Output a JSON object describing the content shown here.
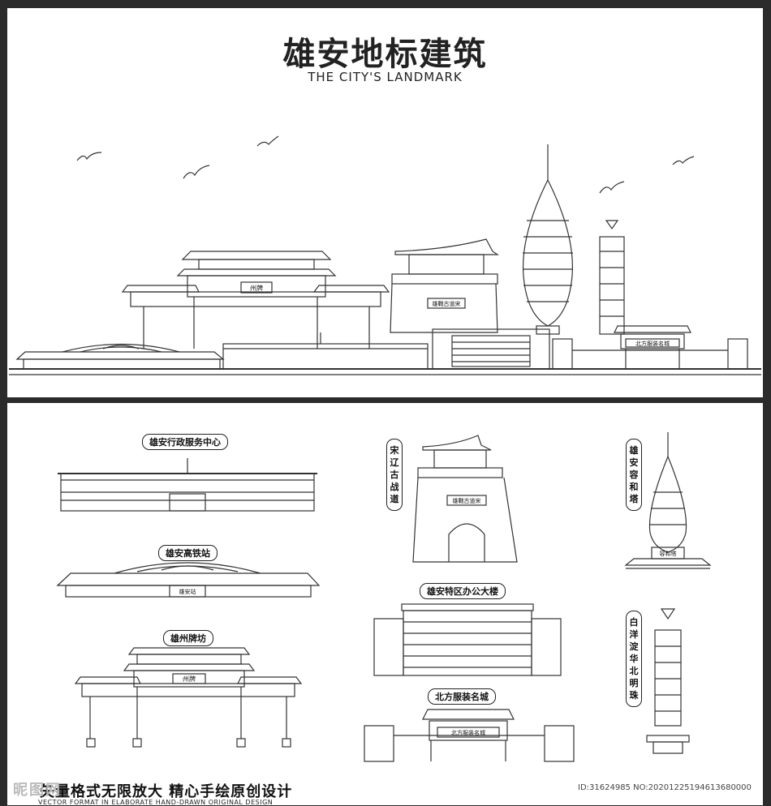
{
  "header": {
    "title": "雄安地标建筑",
    "subtitle": "THE CITY'S LANDMARK"
  },
  "skyline_signs": {
    "gate": "州牌",
    "fort": "雄戰古道宋",
    "store": "北方服装名城"
  },
  "landmarks": [
    {
      "label": "雄安行政服务中心"
    },
    {
      "label": "雄安高铁站",
      "sign": "雄安站"
    },
    {
      "label": "雄州牌坊",
      "sign": "州牌"
    },
    {
      "label": "宋辽古战道",
      "sign": "雄戰古道宋"
    },
    {
      "label": "雄安特区办公大楼"
    },
    {
      "label": "北方服装名城",
      "sign": "北方服装名城"
    },
    {
      "label": "雄安容和塔",
      "sign": "容和塔"
    },
    {
      "label": "白洋淀华北明珠"
    }
  ],
  "footer": {
    "tagline": "矢量格式无限放大  精心手绘原创设计",
    "tagline_en": "VECTOR FORMAT IN ELABORATE HAND-DRAWN ORIGINAL DESIGN"
  },
  "watermark": {
    "left": "昵图网",
    "right": "ID:31624985 NO:20201225194613680000"
  }
}
